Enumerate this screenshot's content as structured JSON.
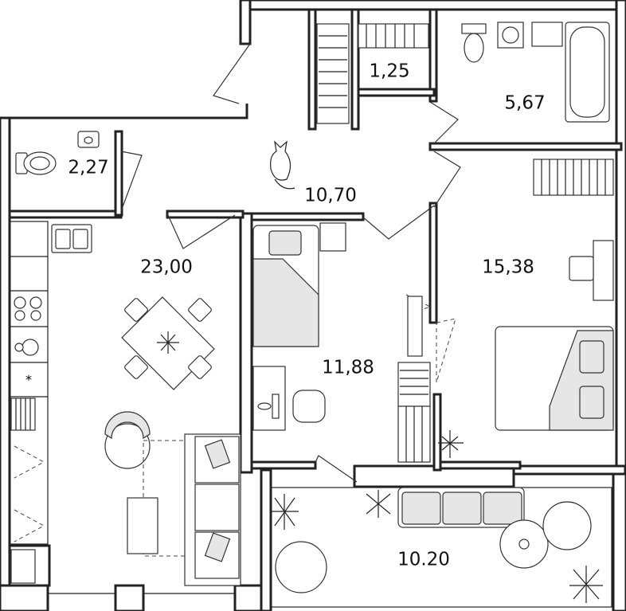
{
  "plan": {
    "rooms": [
      {
        "id": "wc-small",
        "area": "2,27"
      },
      {
        "id": "hall",
        "area": "10,70"
      },
      {
        "id": "storage",
        "area": "1,25"
      },
      {
        "id": "bathroom",
        "area": "5,67"
      },
      {
        "id": "kitchen-living",
        "area": "23,00"
      },
      {
        "id": "bedroom-small",
        "area": "11,88"
      },
      {
        "id": "bedroom-large",
        "area": "15,38"
      },
      {
        "id": "balcony",
        "area": "10.20"
      }
    ],
    "colors": {
      "wall": "#222222",
      "furniture_fill": "#e6e6e6",
      "background": "#ffffff"
    }
  }
}
